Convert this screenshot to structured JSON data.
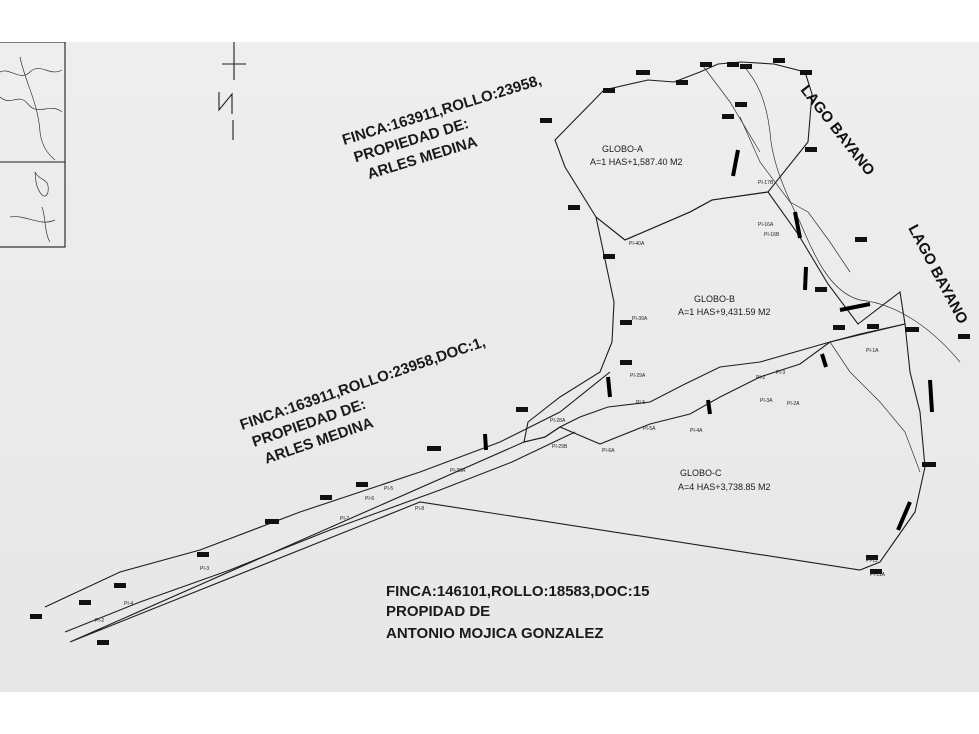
{
  "lake_labels": [
    "LAGO BAYANO",
    "LAGO BAYANO"
  ],
  "parcels": [
    {
      "name": "GLOBO-A",
      "area": "A=1 HAS+1,587.40 M2"
    },
    {
      "name": "GLOBO-B",
      "area": "A=1 HAS+9,431.59 M2"
    },
    {
      "name": "GLOBO-C",
      "area": "A=4 HAS+3,738.85 M2"
    }
  ],
  "owner_blocks": [
    {
      "line1": "FINCA:163911,ROLLO:23958,",
      "line2": "PROPIEDAD DE:",
      "line3": "ARLES MEDINA"
    },
    {
      "line1": "FINCA:163911,ROLLO:23958,DOC:1,",
      "line2": "PROPIEDAD DE:",
      "line3": "ARLES MEDINA"
    },
    {
      "line1": "FINCA:146101,ROLLO:18583,DOC:15",
      "line2": "PROPIDAD DE",
      "line3": "ANTONIO MOJICA GONZALEZ"
    }
  ],
  "point_labels": [
    "PI-17B",
    "PI-16A",
    "PI-16B",
    "PI-40A",
    "PI-39A",
    "PI-29A",
    "PI-30A",
    "PI-1A",
    "PI-2",
    "PI-3",
    "PI-5",
    "PI-5A",
    "PI-6A",
    "PI-4A",
    "PI-2A",
    "PI-3A",
    "PI-29B",
    "PI-28A",
    "PI-5",
    "PI-6",
    "PI-7",
    "PI-8",
    "PI-3",
    "PI-4",
    "PI-2",
    "PI-11",
    "PI-11A"
  ],
  "north_arrow_letter": "N"
}
